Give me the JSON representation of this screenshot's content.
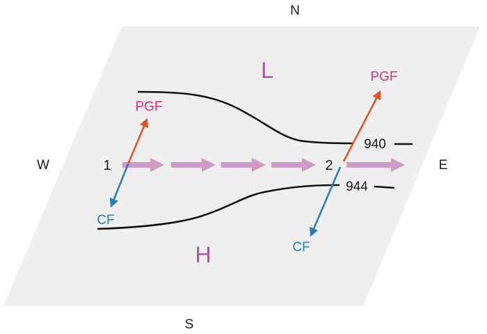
{
  "compass": {
    "north": "N",
    "south": "S",
    "west": "W",
    "east": "E"
  },
  "pressure": {
    "low": "L",
    "high": "H"
  },
  "isobars": {
    "upper_value": "940",
    "lower_value": "944"
  },
  "points": {
    "first": "1",
    "second": "2"
  },
  "forces": {
    "pgf_label": "PGF",
    "cf_label": "CF"
  },
  "colors": {
    "plane_fill": "#efefef",
    "isobar": "#111111",
    "pgf_arrow": "#e0542a",
    "cf_arrow": "#2a7db5",
    "pgf_text": "#d4307c",
    "cf_text": "#2a7db5",
    "wind_arrow": "#cf9bc4",
    "pressure_letter": "#a05a9f"
  }
}
